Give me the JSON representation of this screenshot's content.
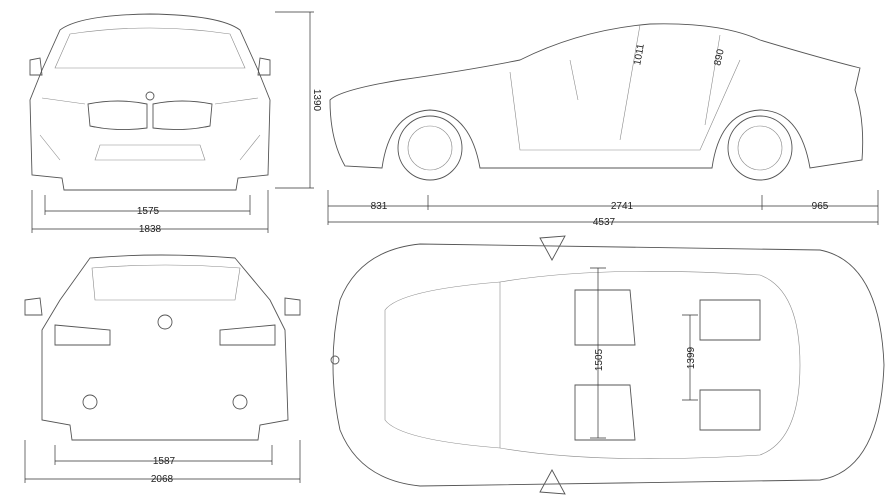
{
  "dimensions": {
    "front_track": "1575",
    "width": "1838",
    "height": "1390",
    "front_overhang": "831",
    "wheelbase": "2741",
    "rear_overhang": "965",
    "length": "4537",
    "front_headroom": "1011",
    "rear_headroom": "890",
    "front_shoulder_width": "1505",
    "rear_shoulder_width": "1399",
    "rear_track": "1587",
    "width_with_mirrors": "2068"
  },
  "colors": {
    "line": "#555555",
    "dimension": "#333333",
    "background": "#ffffff"
  }
}
